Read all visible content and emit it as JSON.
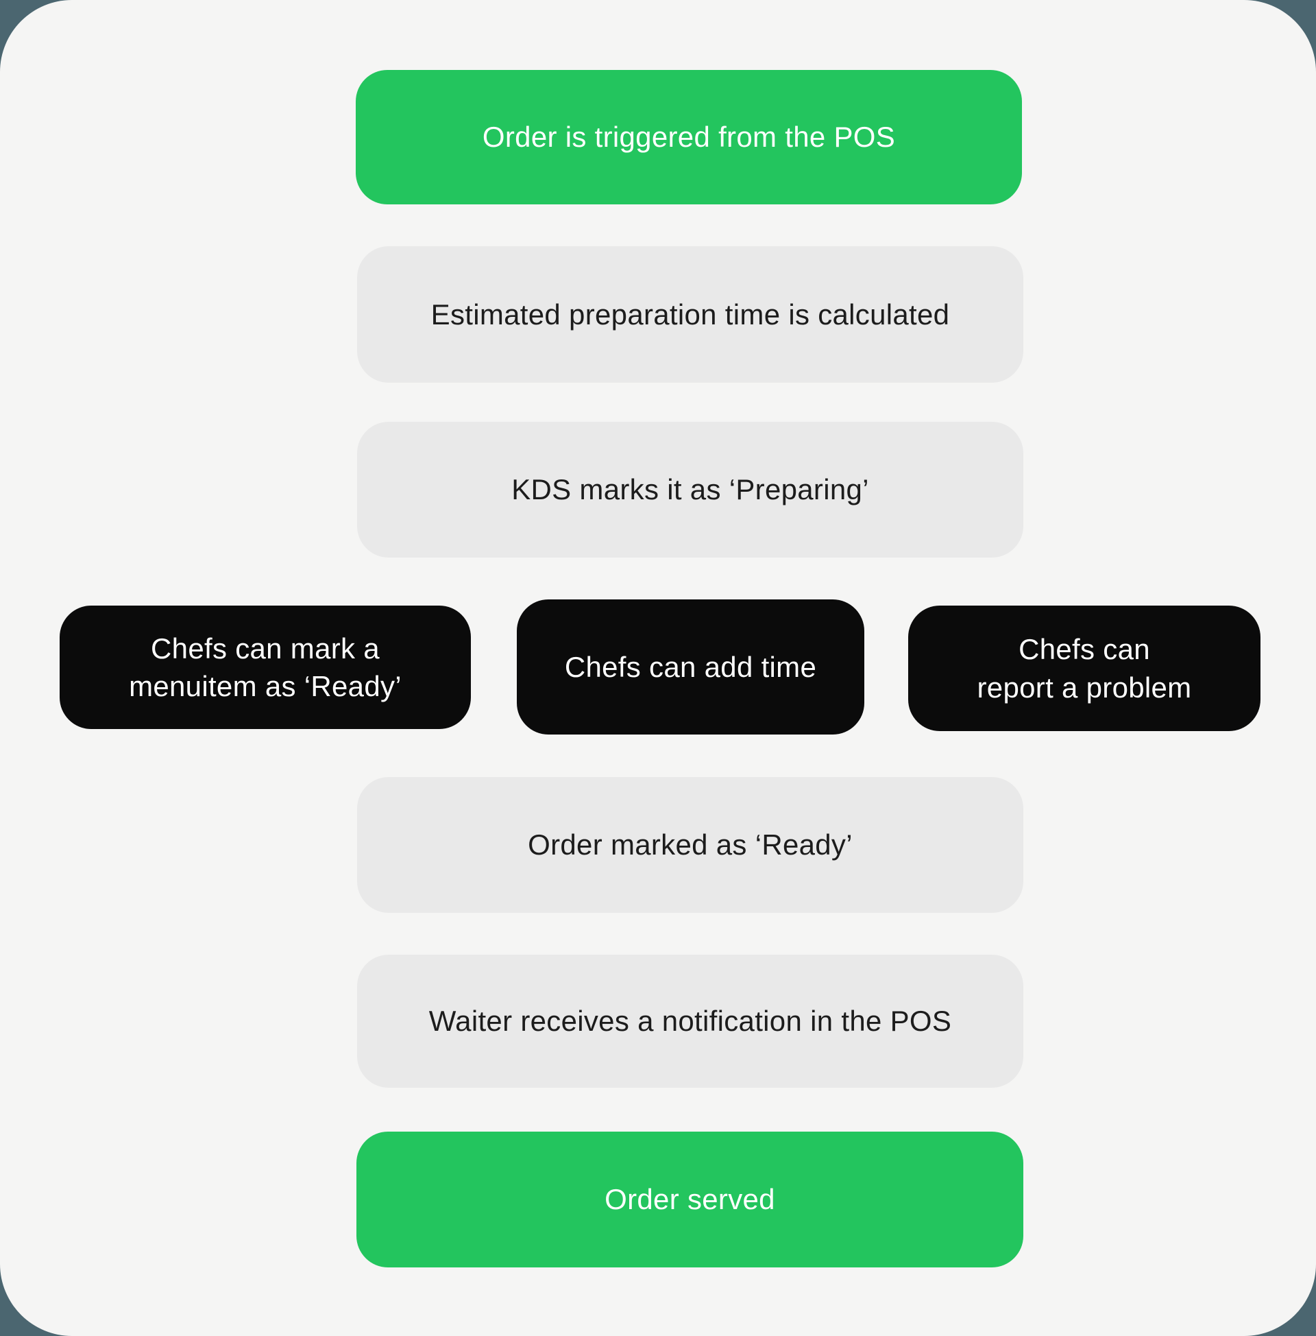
{
  "diagram": {
    "description": "Kitchen order flow from POS to served",
    "colors": {
      "page_background": "#4b6670",
      "card_background": "#f5f5f4",
      "start_end_node": "#23c55e",
      "process_node": "#e9e9e9",
      "action_node": "#0b0b0b",
      "process_text": "#1c1c1c",
      "inverse_text": "#ffffff"
    },
    "nodes": [
      {
        "id": "order-triggered",
        "type": "start",
        "color": "green",
        "label": "Order is triggered from the POS"
      },
      {
        "id": "prep-time-calculated",
        "type": "process",
        "color": "gray",
        "label": "Estimated preparation time is calculated"
      },
      {
        "id": "kds-preparing",
        "type": "process",
        "color": "gray",
        "label": "KDS marks it as ‘Preparing’"
      },
      {
        "id": "chefs-mark-ready",
        "type": "action",
        "color": "black",
        "label": [
          "Chefs can mark a",
          "menuitem as ‘Ready’"
        ]
      },
      {
        "id": "chefs-add-time",
        "type": "action",
        "color": "black",
        "label": "Chefs can add time"
      },
      {
        "id": "chefs-report-problem",
        "type": "action",
        "color": "black",
        "label": [
          "Chefs can",
          "report a problem"
        ]
      },
      {
        "id": "order-ready",
        "type": "process",
        "color": "gray",
        "label": "Order marked as ‘Ready’"
      },
      {
        "id": "waiter-notification",
        "type": "process",
        "color": "gray",
        "label": "Waiter receives a notification in the POS"
      },
      {
        "id": "order-served",
        "type": "end",
        "color": "green",
        "label": "Order served"
      }
    ]
  }
}
